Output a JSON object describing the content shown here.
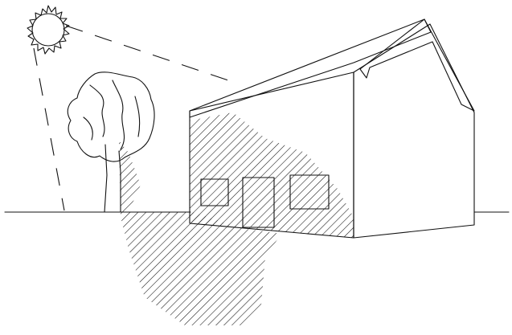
{
  "diagram": {
    "type": "line-illustration",
    "subject": [
      "sun",
      "tree",
      "house",
      "shadow",
      "ground"
    ],
    "colors": {
      "ink": "#111111",
      "background": "#ffffff"
    }
  }
}
